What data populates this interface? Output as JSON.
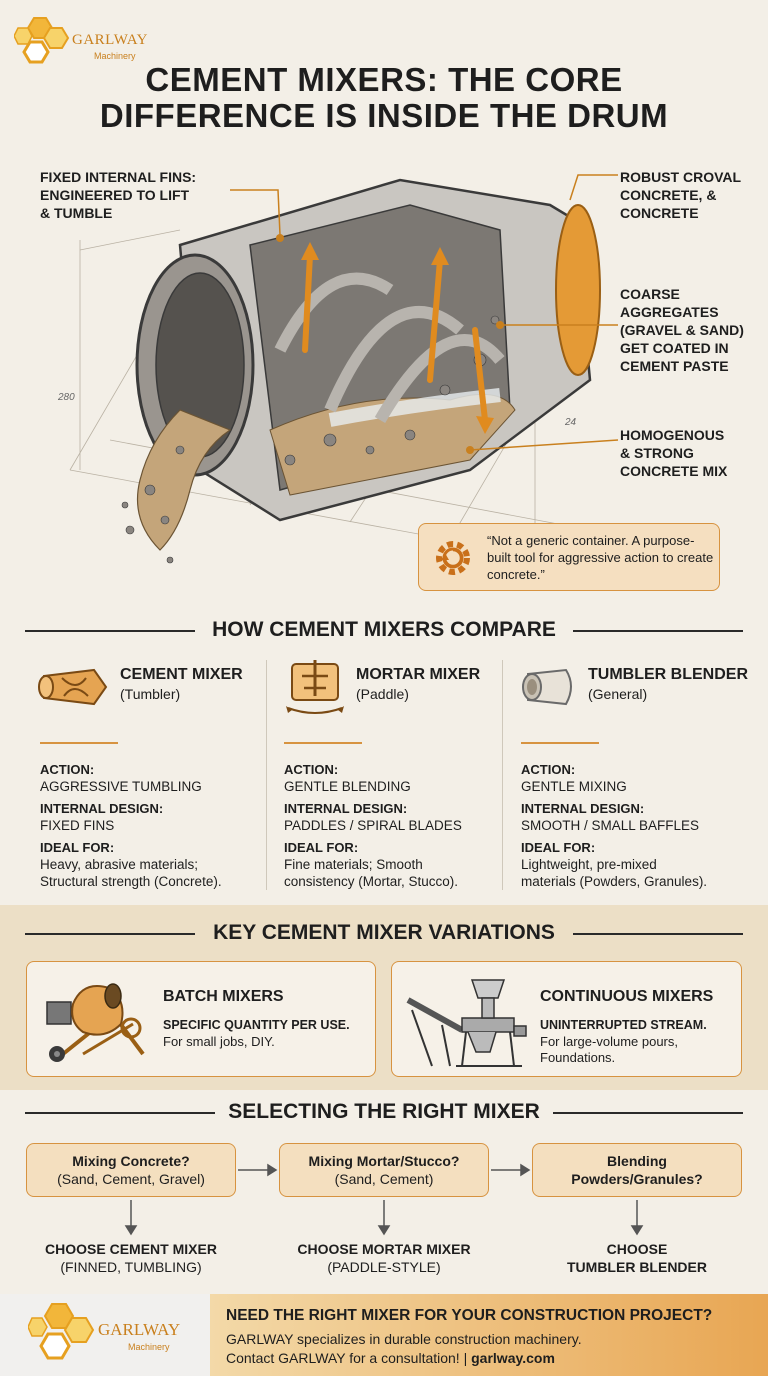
{
  "brand": {
    "name": "GARLWAY",
    "sub": "Machinery",
    "accent": "#d79340"
  },
  "title": {
    "line1": "CEMENT MIXERS: THE CORE",
    "line2": "DIFFERENCE IS INSIDE THE DRUM"
  },
  "hero": {
    "callouts": {
      "fins": [
        "FIXED INTERNAL FINS:",
        "ENGINEERED TO LIFT",
        "& TUMBLE"
      ],
      "robust": [
        "ROBUST CROVAL",
        "CONCRETE, &",
        "CONCRETE"
      ],
      "coarse": [
        "COARSE",
        "AGGREGATES",
        "(GRAVEL & SAND)",
        "GET COATED IN",
        "CEMENT PASTE"
      ],
      "homog": [
        "HOMOGENOUS",
        "& STRONG",
        "CONCRETE MIX"
      ]
    },
    "dims": {
      "left": "280",
      "right": "24"
    },
    "quote": "“Not a generic container. A purpose-built tool for aggressive action to create concrete.”"
  },
  "compare": {
    "heading": "HOW CEMENT MIXERS COMPARE",
    "columns": [
      {
        "name": "CEMENT MIXER",
        "sub": "(Tumbler)",
        "action_label": "ACTION:",
        "action": "AGGRESSIVE TUMBLING",
        "design_label": "INTERNAL DESIGN:",
        "design": "FIXED FINS",
        "ideal_label": "IDEAL FOR:",
        "ideal1": "Heavy, abrasive materials;",
        "ideal2": "Structural strength (Concrete)."
      },
      {
        "name": "MORTAR MIXER",
        "sub": "(Paddle)",
        "action_label": "ACTION:",
        "action": "GENTLE BLENDING",
        "design_label": "INTERNAL DESIGN:",
        "design": "PADDLES / SPIRAL BLADES",
        "ideal_label": "IDEAL FOR:",
        "ideal1": "Fine materials; Smooth",
        "ideal2": "consistency (Mortar, Stucco)."
      },
      {
        "name": "TUMBLER BLENDER",
        "sub": "(General)",
        "action_label": "ACTION:",
        "action": "GENTLE MIXING",
        "design_label": "INTERNAL DESIGN:",
        "design": "SMOOTH / SMALL BAFFLES",
        "ideal_label": "IDEAL FOR:",
        "ideal1": "Lightweight, pre-mixed",
        "ideal2": "materials (Powders, Granules)."
      }
    ]
  },
  "variations": {
    "heading": "KEY CEMENT MIXER VARIATIONS",
    "batch": {
      "title": "BATCH MIXERS",
      "bold": "SPECIFIC QUANTITY PER USE.",
      "text": "For small jobs, DIY."
    },
    "continuous": {
      "title": "CONTINUOUS MIXERS",
      "bold": "UNINTERRUPTED STREAM.",
      "text1": "For large-volume pours,",
      "text2": "Foundations."
    }
  },
  "selecting": {
    "heading": "SELECTING THE RIGHT MIXER",
    "steps": [
      {
        "q1": "Mixing Concrete?",
        "q2": "(Sand, Cement, Gravel)",
        "r1": "CHOOSE CEMENT MIXER",
        "r2": "(FINNED, TUMBLING)"
      },
      {
        "q1": "Mixing Mortar/Stucco?",
        "q2": "(Sand, Cement)",
        "r1": "CHOOSE MORTAR MIXER",
        "r2": "(PADDLE-STYLE)"
      },
      {
        "q1": "Blending",
        "q2": "Powders/Granules?",
        "r1": "CHOOSE",
        "r2": "TUMBLER BLENDER"
      }
    ]
  },
  "footer": {
    "head": "NEED THE RIGHT MIXER FOR YOUR CONSTRUCTION PROJECT?",
    "line1": "GARLWAY specializes in durable construction machinery.",
    "line2": "Contact GARLWAY for a consultation! | ",
    "url": "garlway.com"
  }
}
